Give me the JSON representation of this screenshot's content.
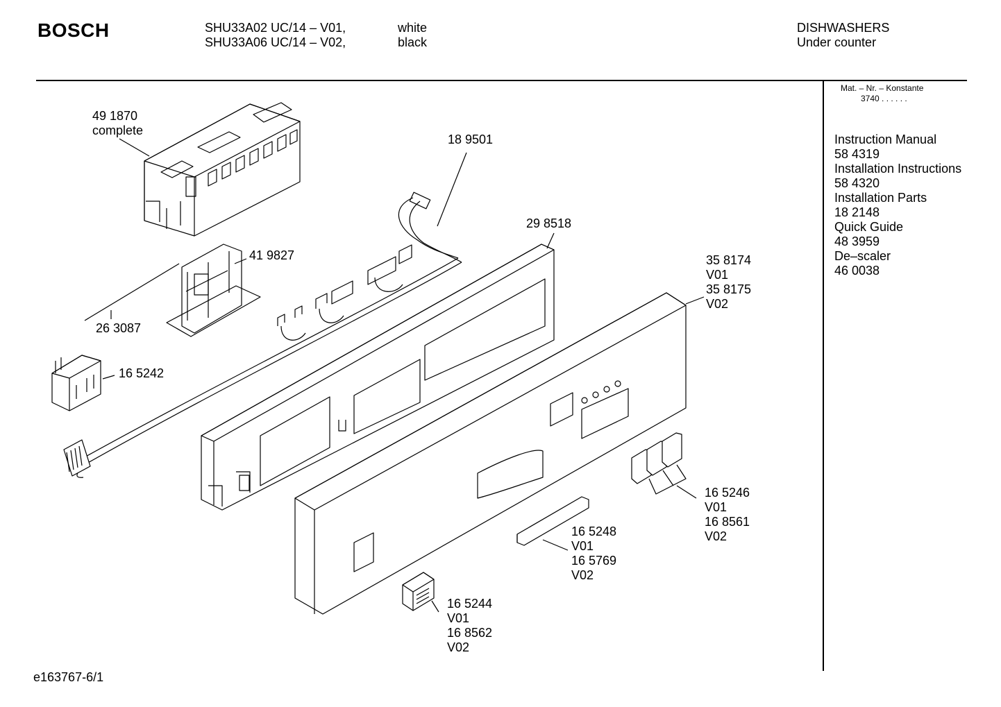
{
  "header": {
    "brand": "BOSCH",
    "models": [
      "SHU33A02 UC/14 – V01,",
      "SHU33A06 UC/14 – V02,"
    ],
    "colors": [
      "white",
      "black"
    ],
    "category": "DISHWASHERS",
    "subcategory": "Under counter"
  },
  "sidebar": {
    "mat_label": "Mat. – Nr. – Konstante",
    "mat_value": "3740 . . . . . .",
    "docs": [
      "Instruction Manual",
      "58 4319",
      "Installation Instructions",
      "58 4320",
      "Installation Parts",
      "18 2148",
      "Quick Guide",
      "48 3959",
      "De–scaler",
      "46 0038"
    ]
  },
  "parts": {
    "p491870": [
      "49 1870",
      "complete"
    ],
    "p189501": [
      "18 9501"
    ],
    "p298518": [
      "29 8518"
    ],
    "p419827": [
      "41 9827"
    ],
    "p263087": [
      "26 3087"
    ],
    "p165242": [
      "16 5242"
    ],
    "p358174": [
      "35 8174",
      "V01",
      "35 8175",
      "V02"
    ],
    "p165246": [
      "16 5246",
      "V01",
      "16 8561",
      "V02"
    ],
    "p165248": [
      "16 5248",
      "V01",
      "16 5769",
      "V02"
    ],
    "p165244": [
      "16 5244",
      "V01",
      "16 8562",
      "V02"
    ]
  },
  "footer": {
    "code": "e163767-6/1"
  }
}
